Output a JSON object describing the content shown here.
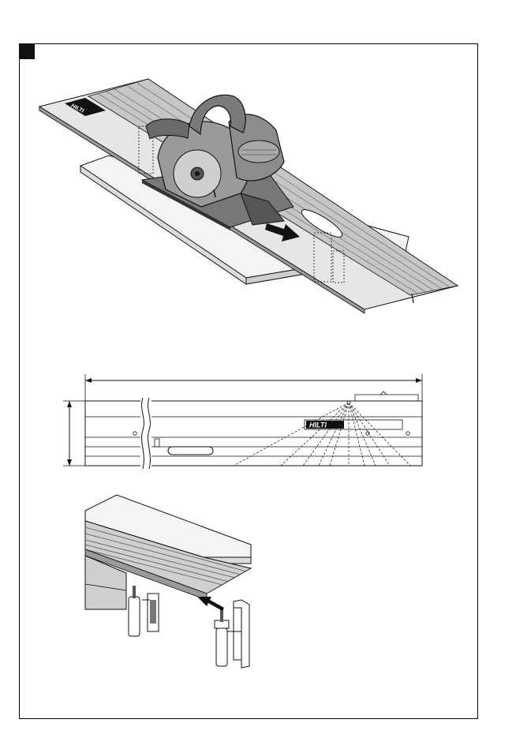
{
  "brand": {
    "logo_text": "HILTI"
  },
  "colors": {
    "ink": "#111111",
    "rail_light": "#e6e6e6",
    "rail_mid": "#bdbdbd",
    "rail_dark": "#7a7a7a",
    "saw_body": "#8c8c8c",
    "saw_dark": "#555555",
    "board": "#f4f4f4"
  },
  "figures": [
    {
      "id": "fig1",
      "icon": "circular-saw-on-guide-rail"
    },
    {
      "id": "fig2",
      "icon": "guide-rail-top-view-dimensions"
    },
    {
      "id": "fig3",
      "icon": "guide-rail-clamping"
    }
  ]
}
